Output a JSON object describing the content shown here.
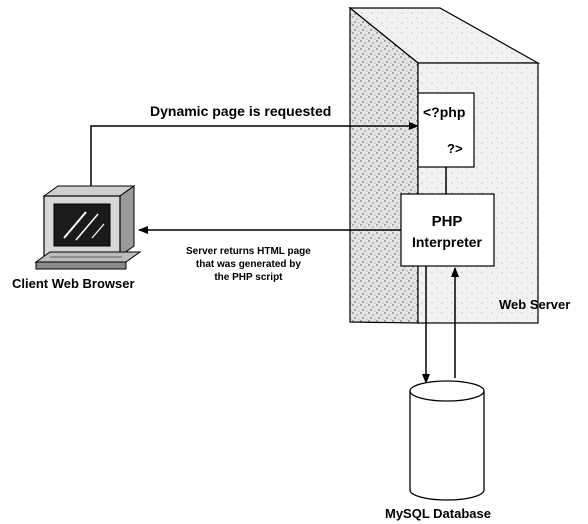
{
  "diagram": {
    "request_label": "Dynamic page is requested",
    "return_label_lines": [
      "Server returns HTML page",
      "that was generated by",
      "the PHP script"
    ],
    "client_label": "Client Web Browser",
    "server_label": "Web Server",
    "database_label": "MySQL Database",
    "php_block": {
      "open_tag": "<?php",
      "close_tag": "?>"
    },
    "interpreter": {
      "line1": "PHP",
      "line2": "Interpreter"
    }
  }
}
